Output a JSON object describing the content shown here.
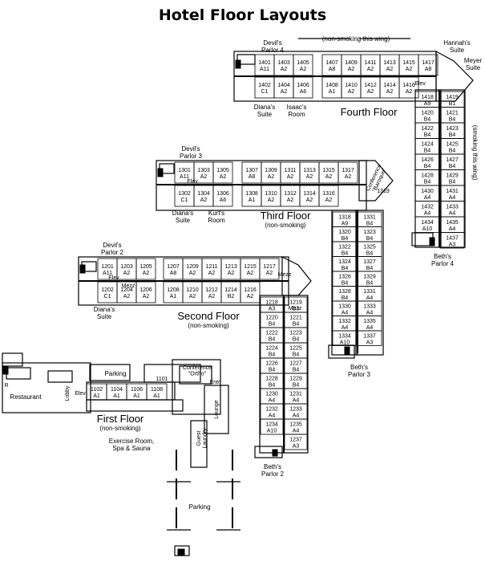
{
  "title": "Hotel Floor Layouts",
  "colors": {
    "ink": "#000000",
    "paper": "#ffffff"
  },
  "icons": [
    "stairs-icon",
    "elevator-icon"
  ],
  "floors": {
    "fourth": {
      "name": "Fourth Floor",
      "note": "(non-smoking this wing)",
      "side_note": "(smoking this wing)",
      "row_top": [
        [
          "1401",
          "A11"
        ],
        [
          "1403",
          "A2"
        ],
        [
          "1405",
          "A2"
        ],
        [
          "1407",
          "A8"
        ],
        [
          "1409",
          "A2"
        ],
        [
          "1411",
          "A2"
        ],
        [
          "1413",
          "A2"
        ],
        [
          "1415",
          "A2"
        ],
        [
          "1417",
          "A8"
        ]
      ],
      "row_bottom": [
        [
          "1402",
          "C1"
        ],
        [
          "1404",
          "A2"
        ],
        [
          "1406",
          "A6"
        ],
        [
          "1408",
          "A1"
        ],
        [
          "1410",
          "A2"
        ],
        [
          "1412",
          "A2"
        ],
        [
          "1414",
          "A2"
        ],
        [
          "1416",
          "A2"
        ]
      ],
      "wing_left": [
        [
          "1418",
          "A9"
        ],
        [
          "1420",
          "B4"
        ],
        [
          "1422",
          "B4"
        ],
        [
          "1424",
          "B4"
        ],
        [
          "1426",
          "B4"
        ],
        [
          "1428",
          "B4"
        ],
        [
          "1430",
          "A4"
        ],
        [
          "1432",
          "A4"
        ],
        [
          "1434",
          "A10"
        ]
      ],
      "wing_right": [
        [
          "1419",
          "B1"
        ],
        [
          "1421",
          "B4"
        ],
        [
          "1423",
          "B4"
        ],
        [
          "1425",
          "B4"
        ],
        [
          "1427",
          "B4"
        ],
        [
          "1429",
          "B4"
        ],
        [
          "1431",
          "A4"
        ],
        [
          "1433",
          "A4"
        ],
        [
          "1435",
          "A4"
        ],
        [
          "1437",
          "A3"
        ]
      ],
      "labels": {
        "parlor": "Devil's\nParlor 4",
        "diana": "Diana's\nSuite",
        "isaac": "Isaac's\nRoom",
        "hannah": "Hannah's\nSuite",
        "meyer": "Meyer\nSuite",
        "beth": "Beth's\nParlor 4",
        "elev": "Elev"
      }
    },
    "third": {
      "name": "Third Floor",
      "note": "(non-smoking)",
      "row_top": [
        [
          "1301",
          "A11"
        ],
        [
          "1303",
          "A2"
        ],
        [
          "1305",
          "A2"
        ],
        [
          "1307",
          "A8"
        ],
        [
          "1309",
          "A2"
        ],
        [
          "1311",
          "A2"
        ],
        [
          "1313",
          "A2"
        ],
        [
          "1315",
          "A2"
        ],
        [
          "1317",
          "A2"
        ]
      ],
      "row_bottom": [
        [
          "1302",
          "C1"
        ],
        [
          "1304",
          "A2"
        ],
        [
          "1306",
          "A6"
        ],
        [
          "1308",
          "A1"
        ],
        [
          "1310",
          "A2"
        ],
        [
          "1312",
          "A2"
        ],
        [
          "1314",
          "A2"
        ],
        [
          "1316",
          "A2"
        ]
      ],
      "wing_left": [
        [
          "1318",
          "A9"
        ],
        [
          "1320",
          "B4"
        ],
        [
          "1322",
          "B4"
        ],
        [
          "1324",
          "B4"
        ],
        [
          "1326",
          "B4"
        ],
        [
          "1328",
          "B4"
        ],
        [
          "1330",
          "A4"
        ],
        [
          "1332",
          "A4"
        ],
        [
          "1334",
          "A10"
        ]
      ],
      "wing_right": [
        [
          "1331",
          "B4"
        ],
        [
          "1323",
          "B4"
        ],
        [
          "1325",
          "B4"
        ],
        [
          "1327",
          "B4"
        ],
        [
          "1329",
          "B4"
        ],
        [
          "1331",
          "A4"
        ],
        [
          "1333",
          "A4"
        ],
        [
          "1335",
          "A4"
        ],
        [
          "1337",
          "A3"
        ]
      ],
      "labels": {
        "parlor": "Devil's\nParlor 3",
        "diana": "Diana's\nSuite",
        "kurt": "Kurt's\nRoom",
        "conference": "Conference\n\"Baroque\"",
        "conference_no": "1319",
        "beth": "Beth's\nParlor 3",
        "elev": "Elev"
      }
    },
    "second": {
      "name": "Second Floor",
      "note": "(non-smoking)",
      "row_top": [
        [
          "1201",
          "A11"
        ],
        [
          "1203",
          "A2"
        ],
        [
          "1205",
          "A2"
        ],
        [
          "1207",
          "A8"
        ],
        [
          "1209",
          "A2"
        ],
        [
          "1211",
          "A2"
        ],
        [
          "1213",
          "A2"
        ],
        [
          "1215",
          "A2"
        ],
        [
          "1217",
          "A2"
        ]
      ],
      "row_bottom": [
        [
          "1202",
          "C1"
        ],
        [
          "1204",
          "A2"
        ],
        [
          "1206",
          "A2"
        ],
        [
          "1208",
          "A1"
        ],
        [
          "1210",
          "A2"
        ],
        [
          "1212",
          "A2"
        ],
        [
          "1214",
          "B2"
        ],
        [
          "1216",
          "A2"
        ]
      ],
      "wing_left": [
        [
          "1218",
          "A3"
        ],
        [
          "1220",
          "B4"
        ],
        [
          "1222",
          "B4"
        ],
        [
          "1224",
          "B4"
        ],
        [
          "1226",
          "B4"
        ],
        [
          "1228",
          "B4"
        ],
        [
          "1230",
          "A4"
        ],
        [
          "1232",
          "A4"
        ],
        [
          "1234",
          "A10"
        ]
      ],
      "wing_right": [
        [
          "1219",
          "B3"
        ],
        [
          "1221",
          "B4"
        ],
        [
          "1223",
          "B4"
        ],
        [
          "1225",
          "B4"
        ],
        [
          "1227",
          "B4"
        ],
        [
          "1229",
          "B4"
        ],
        [
          "1231",
          "A4"
        ],
        [
          "1233",
          "A4"
        ],
        [
          "1235",
          "A4"
        ],
        [
          "1237",
          "A3"
        ]
      ],
      "labels": {
        "parlor": "Devil's\nParlor 2",
        "diana": "Diana's\nSuite",
        "mezz1": "Mezz",
        "mezz2": "Mezz",
        "mezz3": "Mezz",
        "beth": "Beth's\nParlor 2",
        "elev": "Elev"
      }
    },
    "first": {
      "name": "First Floor",
      "note": "(non-smoking)",
      "rooms": [
        [
          "1102",
          "A1"
        ],
        [
          "1104",
          "A1"
        ],
        [
          "1106",
          "A1"
        ],
        [
          "1108",
          "A1"
        ]
      ],
      "labels": {
        "restaurant": "Restaurant",
        "lobby": "Lobby",
        "elev": "Elev",
        "parking_top": "Parking",
        "room_1101": "1101",
        "ortho": "Conference\n\"Ortho\"",
        "entr": "Entr",
        "lounge": "Lounge",
        "exercise": "Exercise Room,\nSpa & Sauna",
        "guest": "Guest\nLaundry",
        "parking_bottom": "Parking",
        "rl": "R"
      }
    }
  }
}
